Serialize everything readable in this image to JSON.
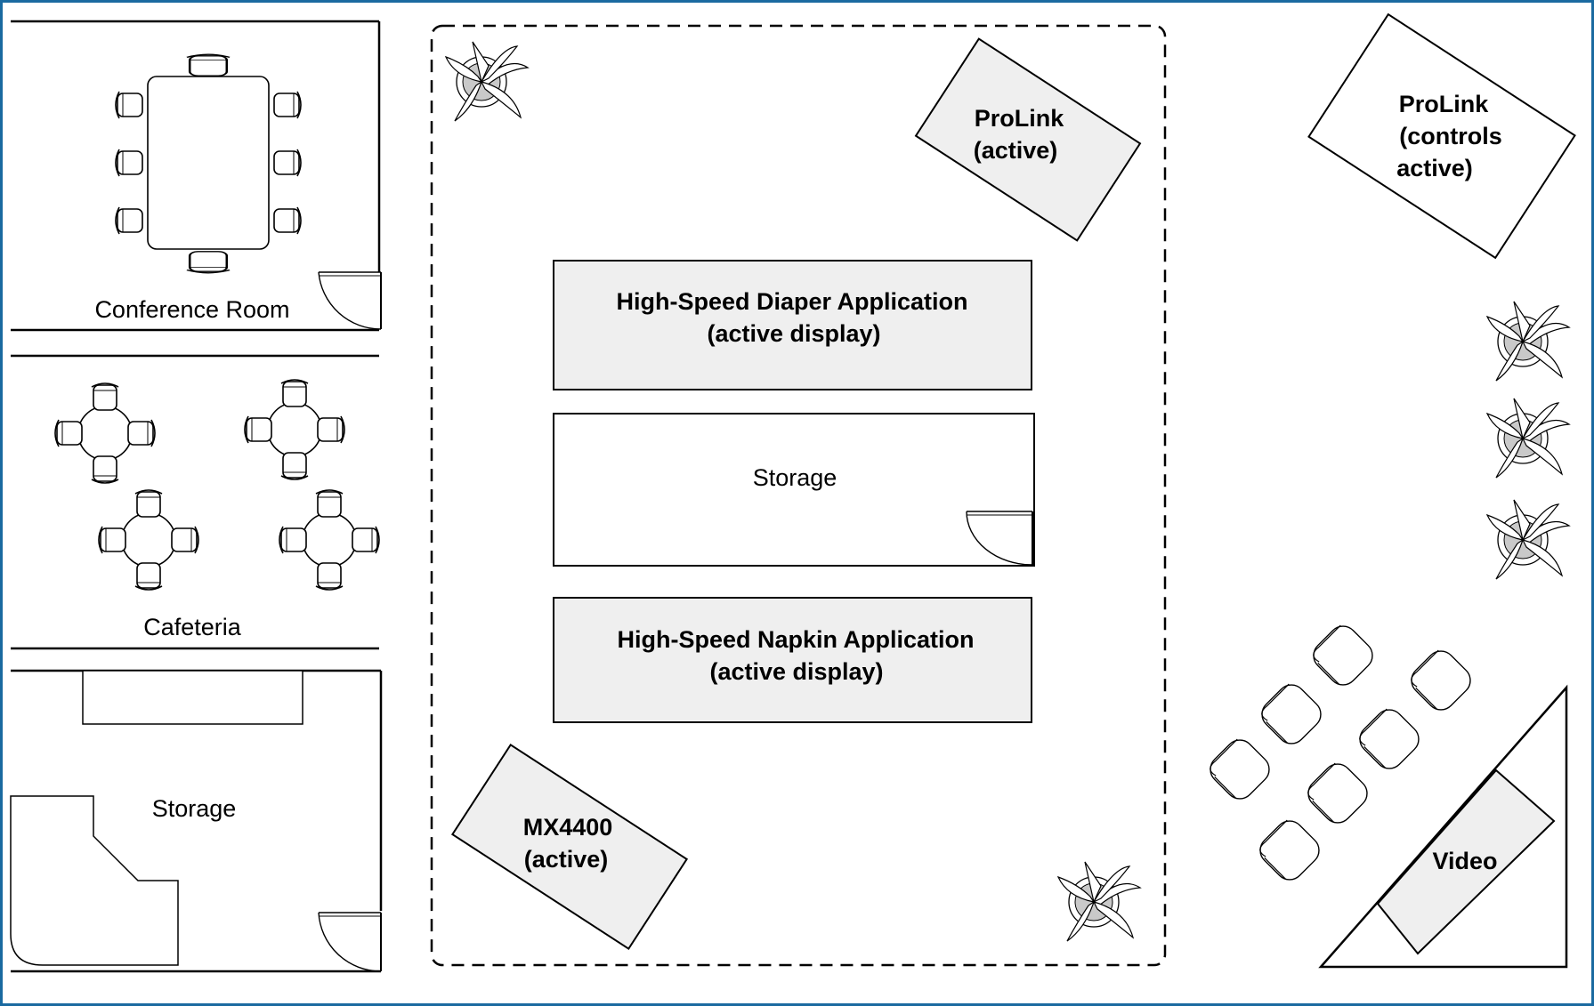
{
  "colors": {
    "frame": "#1a6aa0",
    "fill_gray": "#efefef",
    "stroke": "#000000",
    "plant_pot": "#c9c9c9"
  },
  "rooms": {
    "conference_room": "Conference Room",
    "cafeteria": "Cafeteria",
    "storage_left": "Storage"
  },
  "booth": {
    "diaper_line1": "High-Speed Diaper Application",
    "diaper_line2": "(active display)",
    "storage_center": "Storage",
    "napkin_line1": "High-Speed Napkin Application",
    "napkin_line2": "(active display)",
    "prolink_active_line1": "ProLink",
    "prolink_active_line2": "(active)",
    "mx4400_line1": "MX4400",
    "mx4400_line2": "(active)"
  },
  "right_area": {
    "prolink_controls_line1": "ProLink",
    "prolink_controls_line2": "(controls",
    "prolink_controls_line3": "active)",
    "video": "Video"
  },
  "icons": {
    "plant": "potted-plant-icon",
    "chair": "chair-icon",
    "table": "table-icon",
    "door": "door-swing-icon"
  }
}
